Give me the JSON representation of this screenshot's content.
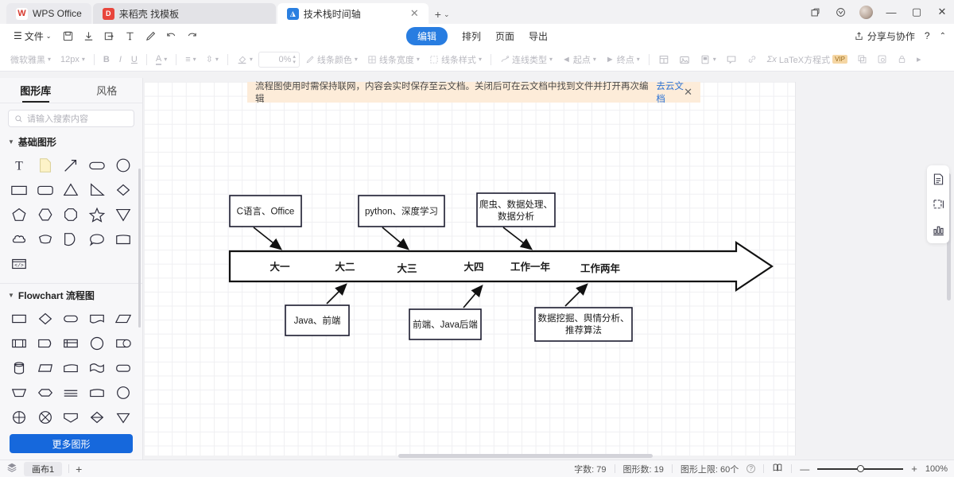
{
  "titlebar": {
    "tabs": [
      {
        "label": "WPS Office",
        "icon": "wps-logo-icon",
        "closable": false
      },
      {
        "label": "来稻壳 找模板",
        "icon": "docer-icon",
        "closable": false
      },
      {
        "label": "技术栈时间轴",
        "icon": "flowchart-icon",
        "closable": true
      }
    ],
    "new_tab": "+",
    "new_tab_caret": "⌄",
    "window_controls": {
      "minimize": "—",
      "maximize": "▢",
      "close": "✕"
    }
  },
  "menubar": {
    "file_label": "文件",
    "center_items": [
      {
        "label": "编辑",
        "active": true
      },
      {
        "label": "排列",
        "active": false
      },
      {
        "label": "页面",
        "active": false
      },
      {
        "label": "导出",
        "active": false
      }
    ],
    "share_label": "分享与协作",
    "help_label": "?",
    "collapse_label": "⌃"
  },
  "format_toolbar": {
    "font_family": "微软雅黑",
    "font_size": "12px",
    "bold": "B",
    "italic": "I",
    "underline": "U",
    "font_color": "A",
    "align": "≡",
    "line_spacing": "↕",
    "fill": "◇",
    "opacity_value": "0%",
    "line_color": "线条颜色",
    "line_width": "线条宽度",
    "line_style": "线条样式",
    "connector_type": "连线类型",
    "start_point": "起点",
    "end_point": "终点",
    "latex": "LaTeX方程式",
    "vip_badge": "VIP",
    "overflow": "▸"
  },
  "left_panel": {
    "tabs": [
      {
        "label": "图形库",
        "active": true
      },
      {
        "label": "风格",
        "active": false
      }
    ],
    "search_placeholder": "请输入搜索内容",
    "sections": [
      {
        "title": "基础图形",
        "expanded": true,
        "shape_count": 21
      },
      {
        "title": "Flowchart 流程图",
        "expanded": true,
        "shape_count": 29
      }
    ],
    "more_shapes_button": "更多图形"
  },
  "banner": {
    "text": "流程图使用时需保持联网，内容会实时保存至云文档。关闭后可在云文档中找到文件并打开再次编辑",
    "link": "去云文档",
    "close": "✕"
  },
  "right_dock": {
    "items": [
      {
        "name": "page-properties-icon"
      },
      {
        "name": "align-layout-icon"
      },
      {
        "name": "chart-data-icon"
      }
    ]
  },
  "statusbar": {
    "layers_icon": "layers-icon",
    "canvas_tab": "画布1",
    "add_canvas": "+",
    "word_count_label": "字数:",
    "word_count_value": "79",
    "shape_count_label": "图形数:",
    "shape_count_value": "19",
    "shape_limit_label": "图形上限:",
    "shape_limit_value": "60个",
    "help_mark": "?",
    "minus": "—",
    "plus": "+",
    "zoom_level": "100%"
  },
  "chart_data": {
    "type": "diagram",
    "title": "技术栈时间轴",
    "timeline": {
      "shape": "arrow-right",
      "stages": [
        "大一",
        "大二",
        "大三",
        "大四",
        "工作一年",
        "工作两年"
      ]
    },
    "top_boxes": [
      {
        "text": "C语言、Office",
        "lines": [
          "C语言、Office"
        ],
        "connects_to": "大一"
      },
      {
        "text": "python、深度学习",
        "lines": [
          "python、深度学习"
        ],
        "connects_to": "大三"
      },
      {
        "text": "爬虫、数据处理、数据分析",
        "lines": [
          "爬虫、数据处理、",
          "数据分析"
        ],
        "connects_to": "工作一年"
      }
    ],
    "bottom_boxes": [
      {
        "text": "Java、前端",
        "lines": [
          "Java、前端"
        ],
        "connects_from": "大二"
      },
      {
        "text": "前端、Java后端",
        "lines": [
          "前端、Java后端"
        ],
        "connects_from": "大四"
      },
      {
        "text": "数据挖掘、舆情分析、推荐算法",
        "lines": [
          "数据挖掘、舆情分析、",
          "推荐算法"
        ],
        "connects_from": "工作两年"
      }
    ]
  },
  "colors": {
    "accent": "#1668dc",
    "banner_bg": "#fdecd9",
    "banner_link": "#2a72d6",
    "canvas_bg": "#ffffff",
    "grid": "#efeff2",
    "shape_stroke": "#1a1a2e"
  }
}
